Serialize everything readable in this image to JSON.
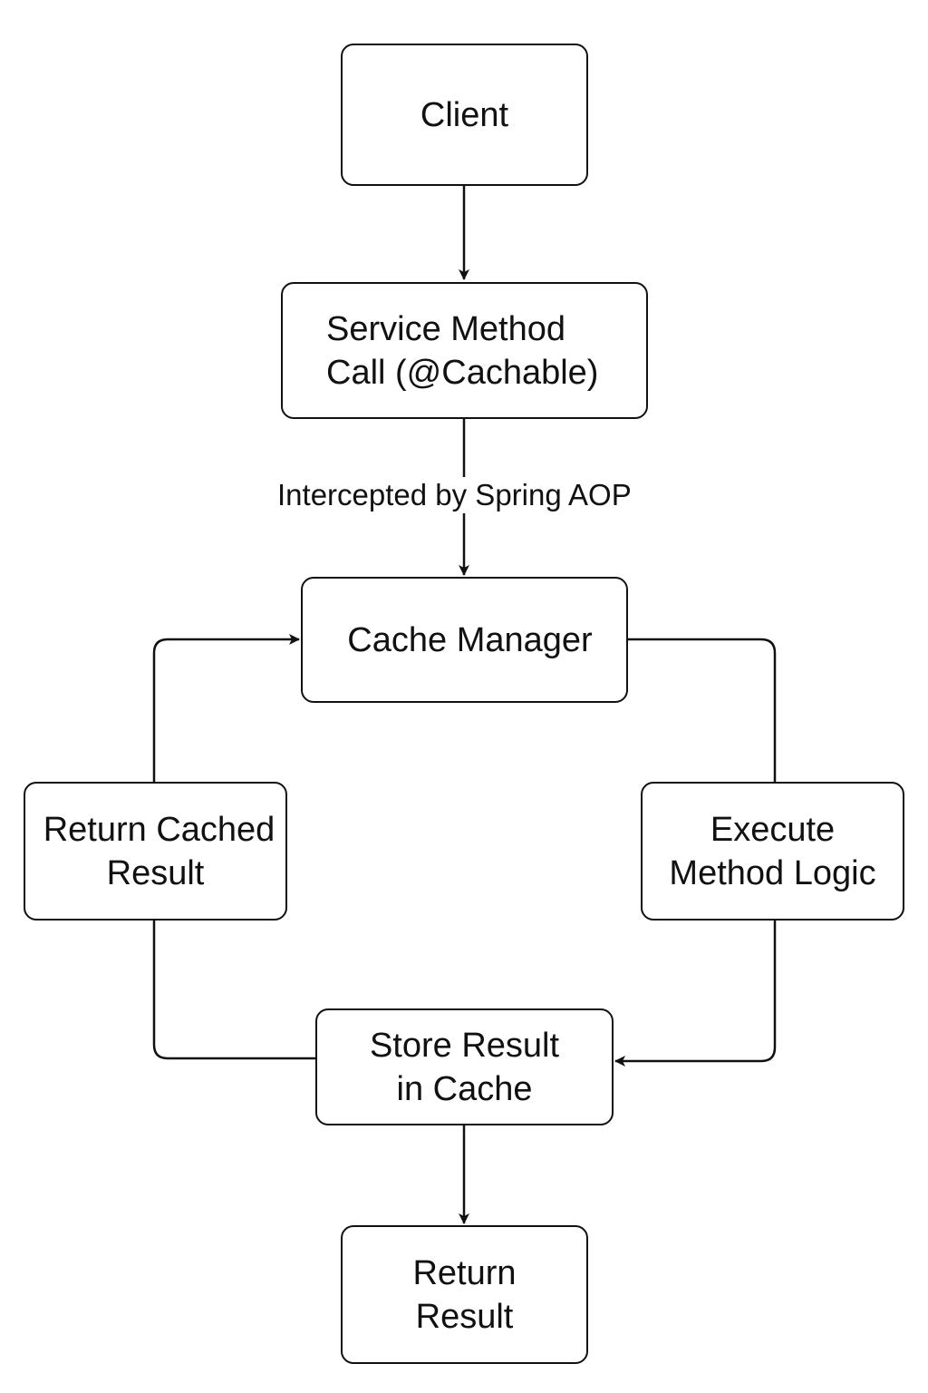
{
  "diagram": {
    "nodes": {
      "client": {
        "lines": [
          "Client"
        ]
      },
      "service_call": {
        "lines": [
          "Service Method",
          "Call (@Cachable)"
        ]
      },
      "cache_manager": {
        "lines": [
          "Cache Manager"
        ]
      },
      "return_cached": {
        "lines": [
          "Return Cached",
          "Result"
        ]
      },
      "execute_logic": {
        "lines": [
          "Execute",
          "Method Logic"
        ]
      },
      "store_result": {
        "lines": [
          "Store Result",
          "in Cache"
        ]
      },
      "return_result": {
        "lines": [
          "Return",
          "Result"
        ]
      }
    },
    "edge_labels": {
      "intercepted": "Intercepted by Spring AOP"
    },
    "edges": [
      {
        "from": "client",
        "to": "service_call",
        "arrow": true
      },
      {
        "from": "service_call",
        "to": "cache_manager",
        "arrow": true,
        "label": "intercepted"
      },
      {
        "from": "cache_manager",
        "to": "execute_logic",
        "arrow": false
      },
      {
        "from": "execute_logic",
        "to": "store_result",
        "arrow": true
      },
      {
        "from": "store_result",
        "to": "return_cached",
        "arrow": false
      },
      {
        "from": "return_cached",
        "to": "cache_manager",
        "arrow": true
      },
      {
        "from": "store_result",
        "to": "return_result",
        "arrow": true
      }
    ]
  }
}
